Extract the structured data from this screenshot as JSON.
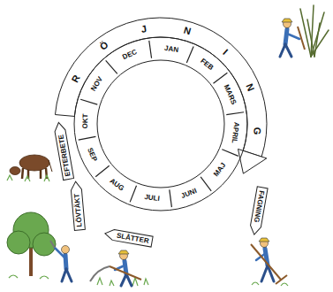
{
  "diagram": {
    "nodes": [
      {
        "text": [
          "FAGNING"
        ]
      },
      {
        "text": [
          "SLÅTTER"
        ]
      },
      {
        "text": [
          "LÖVTÄKT"
        ]
      },
      {
        "text": [
          "EFTERBETE"
        ]
      }
    ],
    "labels": [
      "R",
      "Ö",
      "J",
      "N",
      "I",
      "N",
      "G",
      "OKT",
      "NOV",
      "DEC",
      "JAN",
      "FEB",
      "MARS",
      "APRIL",
      "MAJ",
      "JUNI",
      "JULI",
      "AUG",
      "SEP"
    ]
  }
}
